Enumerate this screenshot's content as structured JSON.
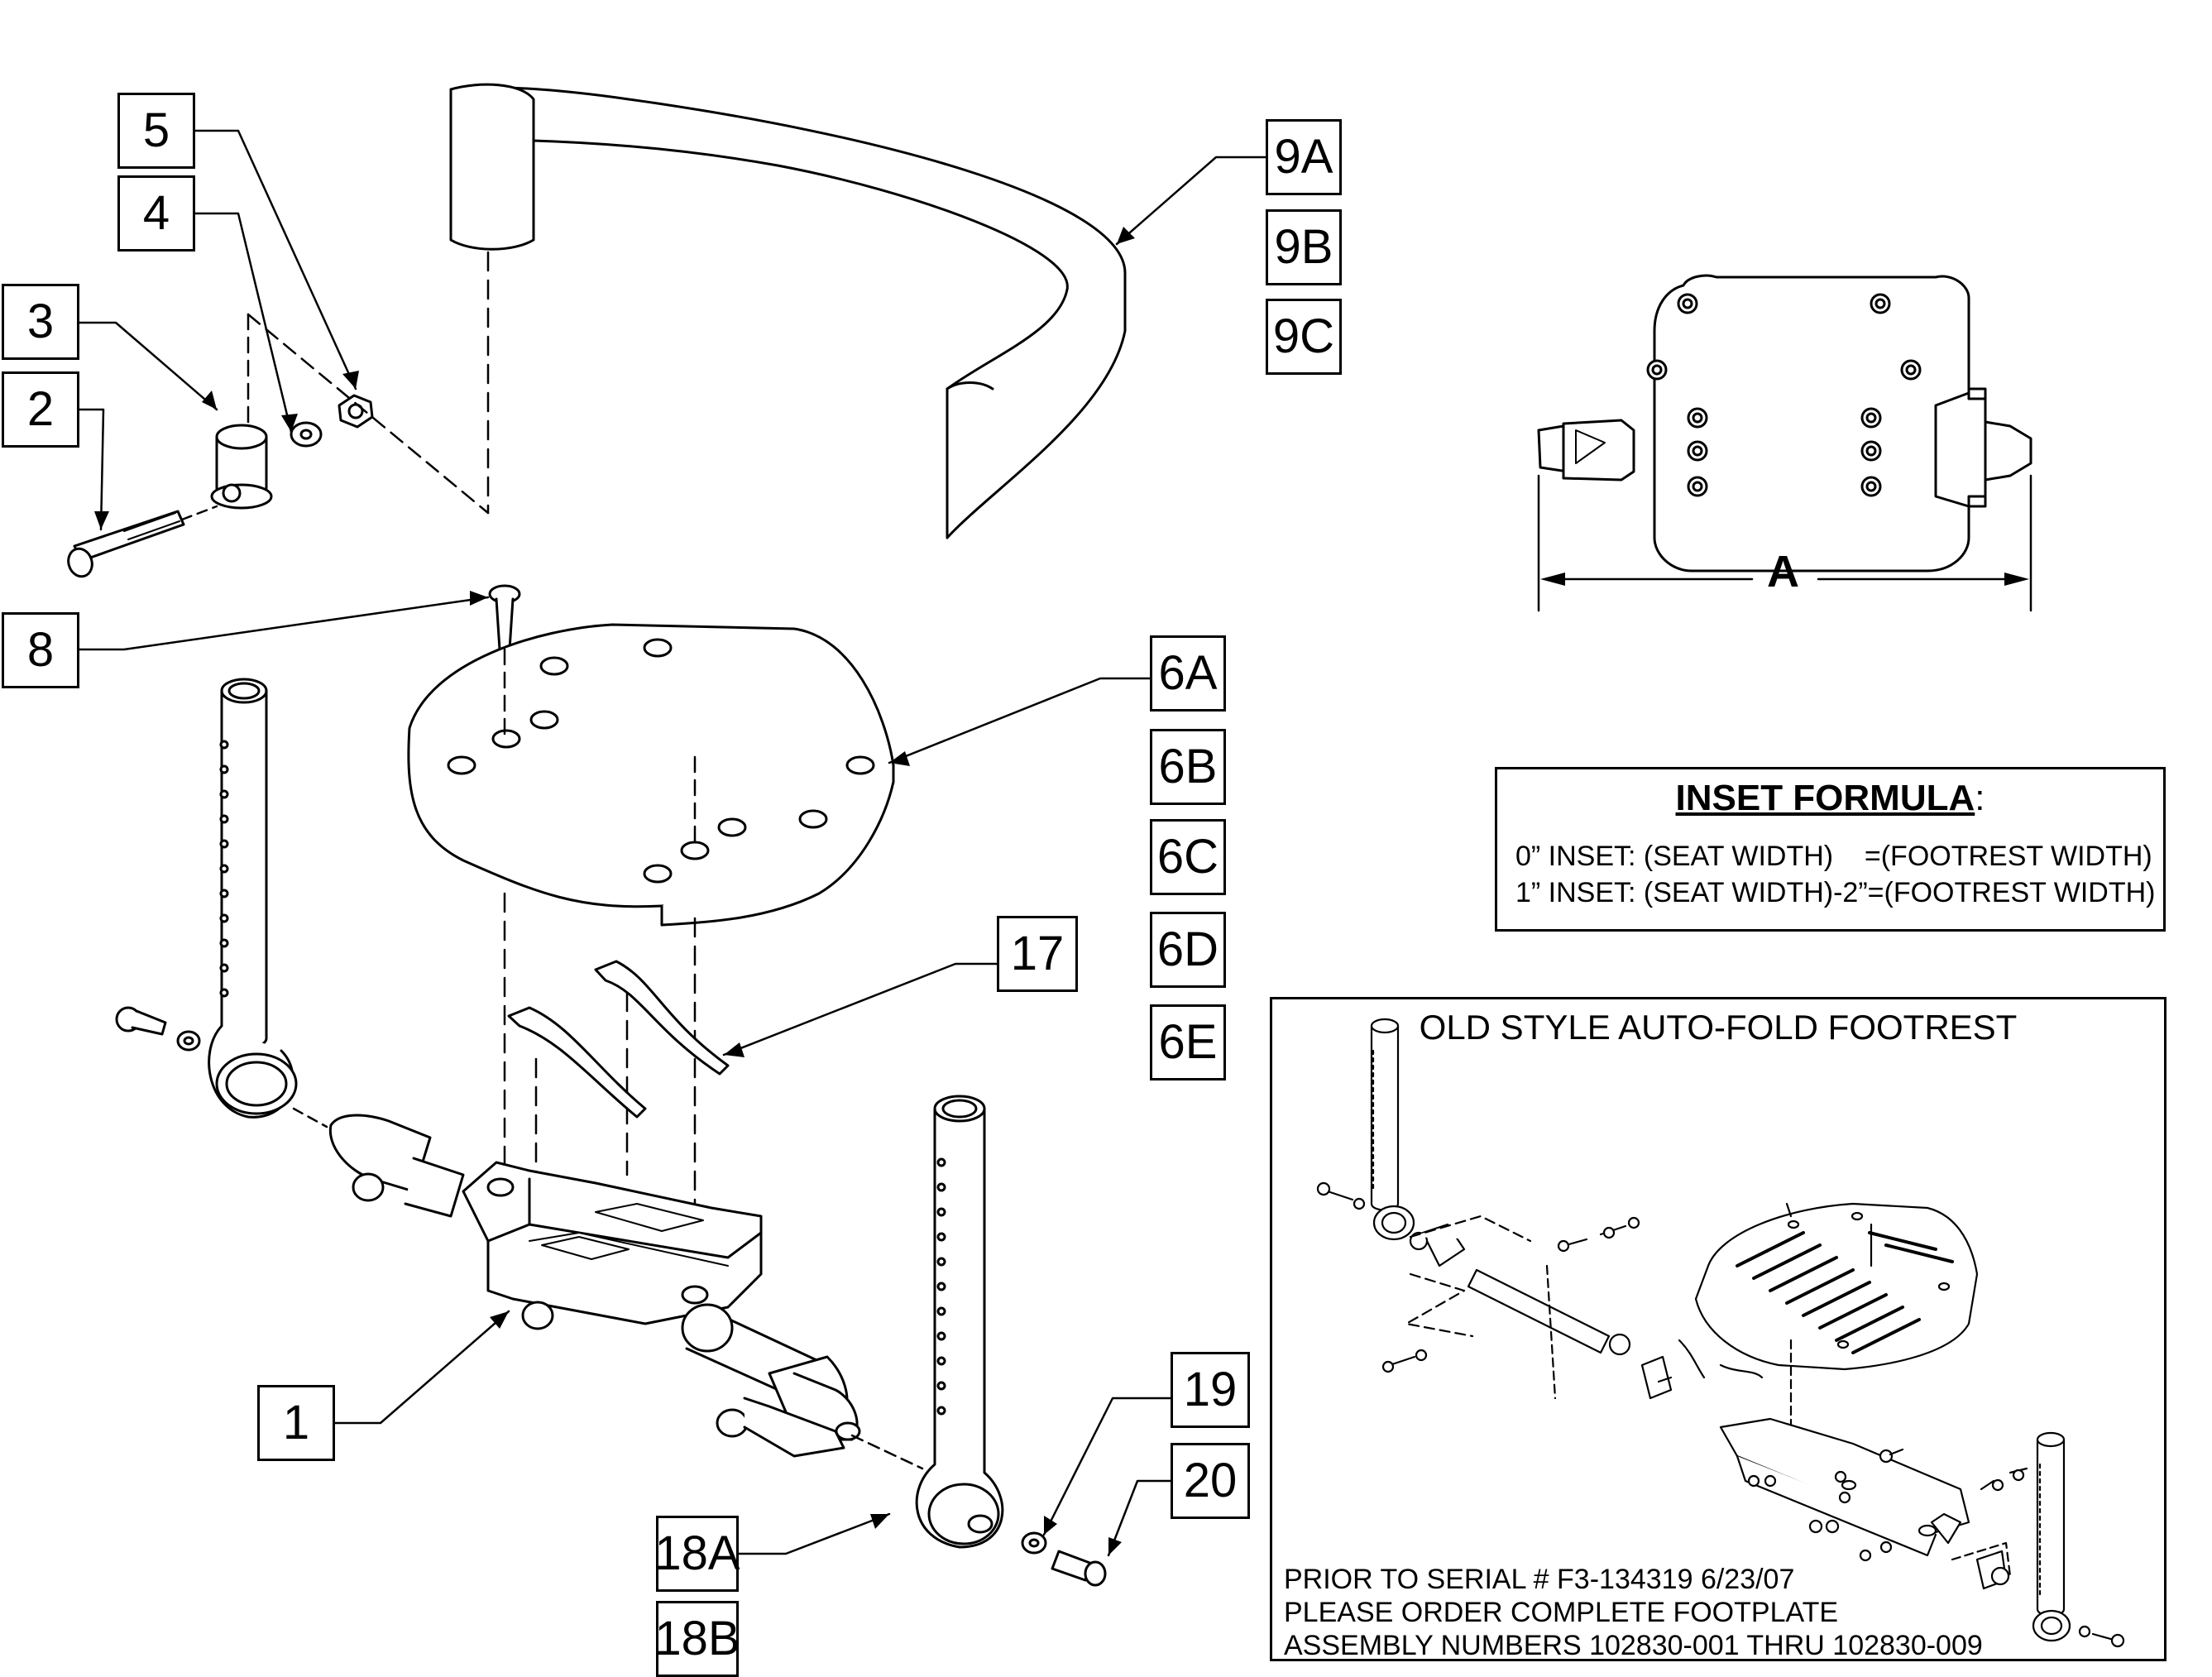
{
  "callouts": {
    "c5": "5",
    "c4": "4",
    "c3": "3",
    "c2": "2",
    "c8": "8",
    "c9a": "9A",
    "c9b": "9B",
    "c9c": "9C",
    "c6a": "6A",
    "c6b": "6B",
    "c6c": "6C",
    "c6d": "6D",
    "c6e": "6E",
    "c17": "17",
    "c1": "1",
    "c19": "19",
    "c20": "20",
    "c18a": "18A",
    "c18b": "18B"
  },
  "dimension": {
    "label": "A"
  },
  "inset_formula": {
    "title": "INSET FORMULA",
    "title_suffix": ":",
    "line1": "0” INSET: (SEAT WIDTH)    =(FOOTREST WIDTH)",
    "line2": "1” INSET: (SEAT WIDTH)-2”=(FOOTREST WIDTH)"
  },
  "old_style": {
    "title": "OLD STYLE AUTO-FOLD FOOTREST",
    "note_line1": "PRIOR TO SERIAL # F3-134319 6/23/07",
    "note_line2": "PLEASE ORDER COMPLETE FOOTPLATE",
    "note_line3": "ASSEMBLY NUMBERS 102830-001 THRU 102830-009"
  }
}
